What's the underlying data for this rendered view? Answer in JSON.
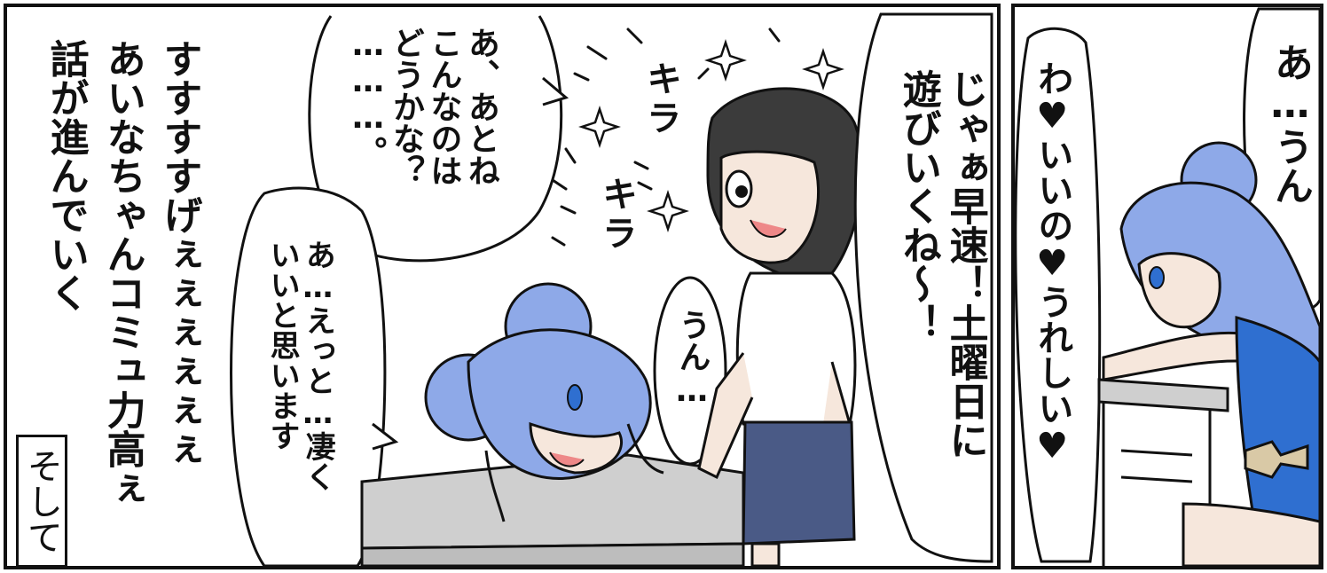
{
  "panels": {
    "left": {
      "narration": {
        "line1": "すすすすげぇぇぇぇぇぇ",
        "line2": "あいなちゃんコミュ力高ぇ",
        "line3": "話が進んでいく"
      },
      "caption_box": "そして",
      "bubbles": {
        "ano_konna": "あ、あとね\nこんなのは\nどうかな？\n………。",
        "ettosugoku": "あ…えっと…凄く\nいいと思います",
        "un": "うん…",
        "jaa": "じゃぁ早速！土曜日に\n遊びいくね〜！"
      },
      "sfx": {
        "kira1": "キラ",
        "kira2": "キラ"
      }
    },
    "right": {
      "bubbles": {
        "aun": "あ…うん",
        "waii": "わ♥いいの♥うれしい♥"
      }
    }
  },
  "colors": {
    "ink": "#111111",
    "hair_blue": "#8ea9e8",
    "hair_dark": "#3b3b3b",
    "desk_gray": "#cfcfcf",
    "shorts_navy": "#4a5a86",
    "swimsuit_blue": "#2f6fd0",
    "skin": "#f6e7dc",
    "bow": "#d9c9a6"
  }
}
